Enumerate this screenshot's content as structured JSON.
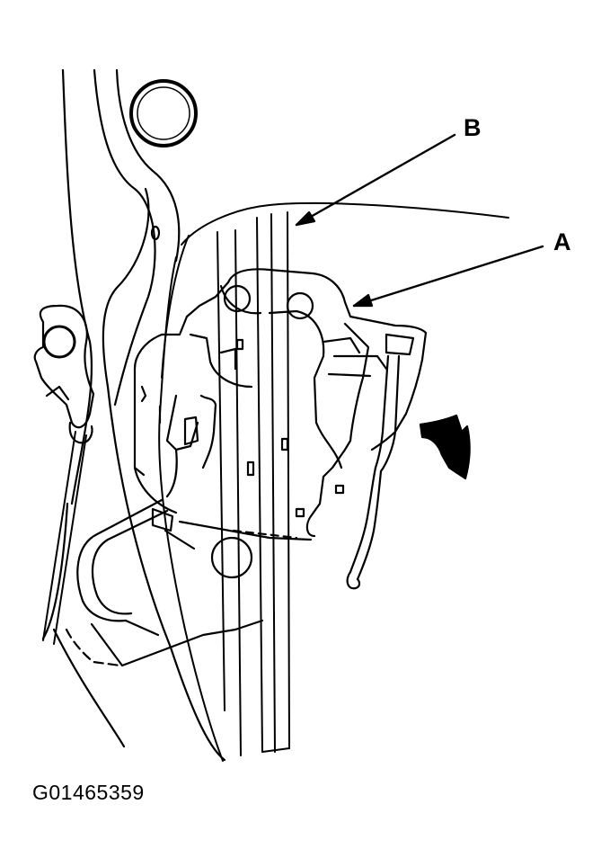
{
  "labels": {
    "b": "B",
    "a": "A"
  },
  "figure_id": "G01465359",
  "colors": {
    "ink": "#000000",
    "paper": "#ffffff"
  }
}
